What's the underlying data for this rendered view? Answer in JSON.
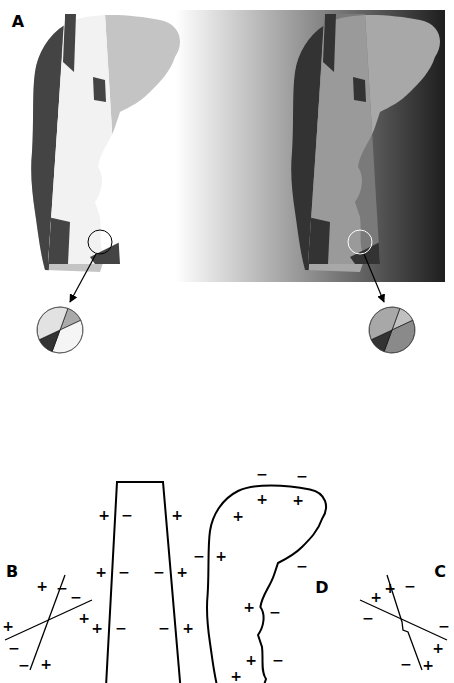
{
  "diagram": {
    "labels": [
      "A",
      "B",
      "C",
      "D",
      "+",
      "−",
      "−",
      "+",
      "+",
      "−",
      "−",
      "+",
      "−",
      "+",
      "+",
      "−",
      "−",
      "+",
      "+",
      "−",
      "+",
      "−",
      "+",
      "+",
      "−",
      "−",
      "+",
      "+",
      "−",
      "−",
      "+",
      "+",
      "−",
      "−",
      "+",
      "−",
      "+",
      "−",
      "+",
      "−",
      "+",
      "+",
      "−",
      "−",
      "+",
      "−",
      "+",
      "+"
    ]
  }
}
